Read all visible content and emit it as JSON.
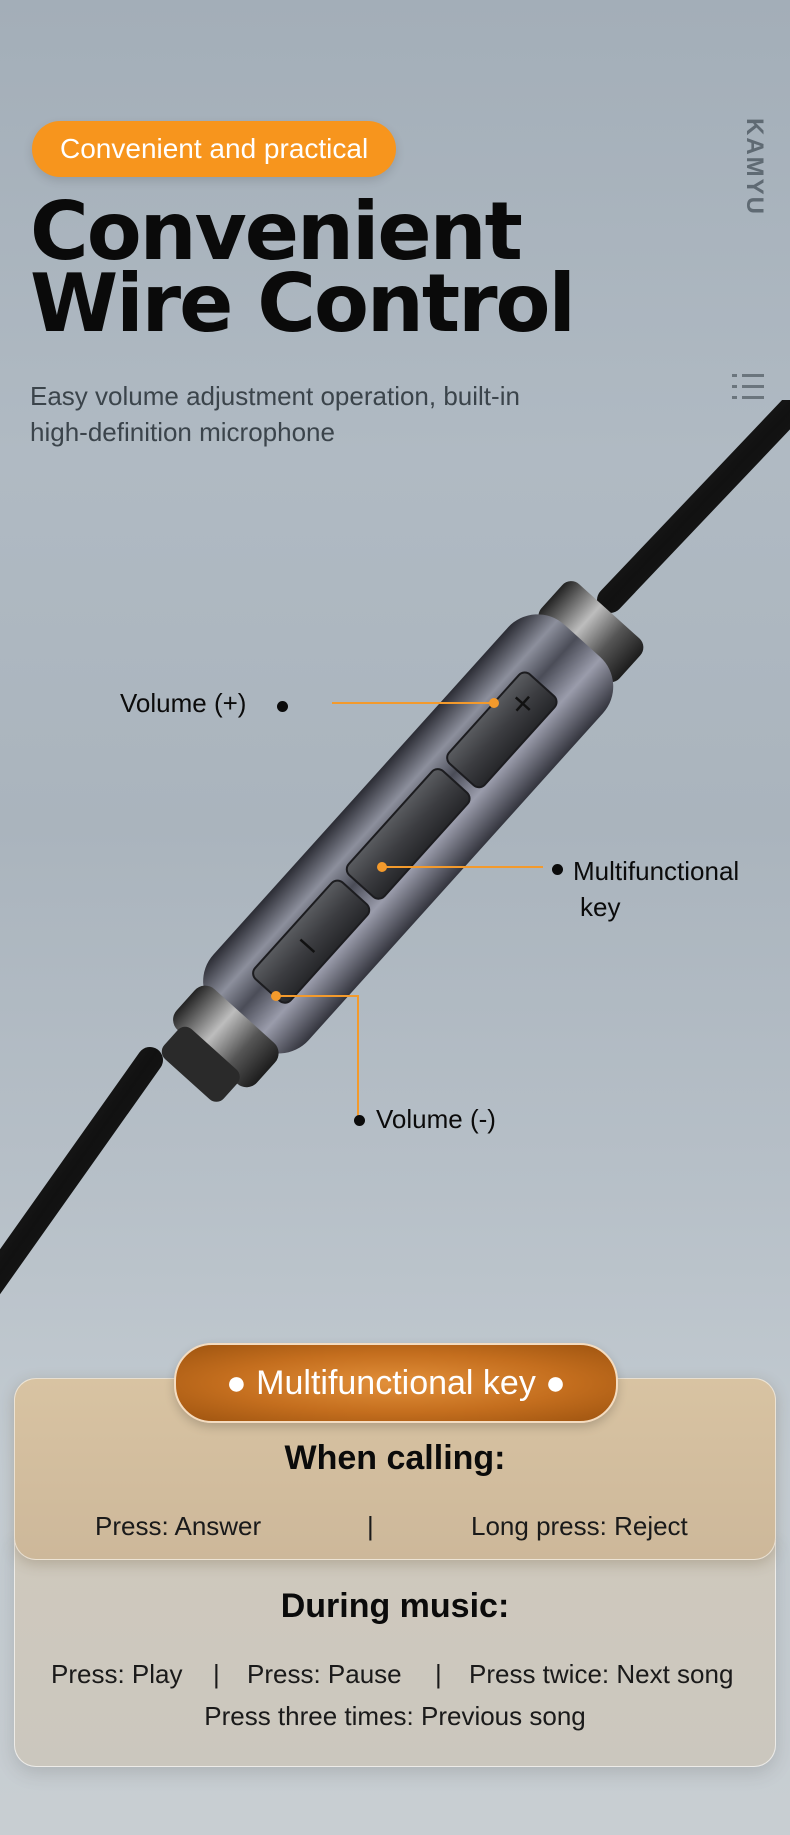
{
  "header": {
    "badge": "Convenient and practical",
    "brand": "KAMYU",
    "title_line1": "Convenient",
    "title_line2": "Wire Control",
    "subtitle_line1": "Easy volume adjustment operation, built-in",
    "subtitle_line2": "high-definition microphone"
  },
  "callouts": {
    "volume_up": "Volume (+)",
    "multifunctional_line1": "Multifunctional",
    "multifunctional_line2": "key",
    "volume_down": "Volume (-)"
  },
  "device": {
    "plus_symbol": "+",
    "minus_symbol": "−"
  },
  "info": {
    "pill": "● Multifunctional key ●",
    "calling": {
      "heading": "When calling:",
      "left": "Press: Answer",
      "separator": "|",
      "right": "Long press: Reject"
    },
    "music": {
      "heading": "During music:",
      "item1": "Press: Play",
      "sep1": "|",
      "item2": "Press: Pause",
      "sep2": "|",
      "item3": "Press twice: Next song",
      "item4": "Press three times: Previous song"
    }
  },
  "colors": {
    "accent": "#f7951d",
    "callout_line": "#f39a2c"
  },
  "icons": {
    "menu": "list-icon"
  }
}
